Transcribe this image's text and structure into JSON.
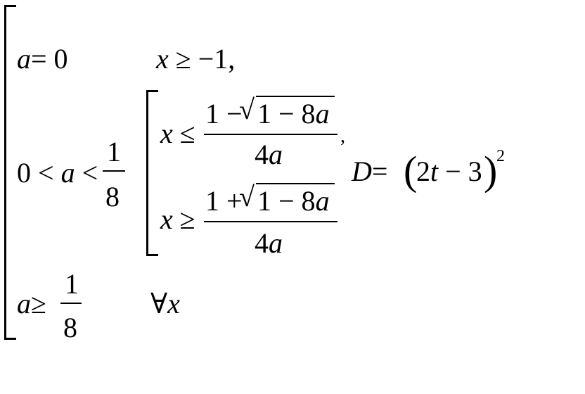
{
  "case1": {
    "condition": {
      "a": "a",
      "eq": "= 0"
    },
    "result": {
      "x": "x",
      "rel": "≥ −1,"
    }
  },
  "case2": {
    "condition": {
      "lead": "0 <",
      "a": "a",
      "lt": "<",
      "num": "1",
      "den": "8"
    },
    "line1": {
      "x": "x",
      "rel": "≤",
      "num_pre": "1 −",
      "rad": "√",
      "num_rad": "1 − 8",
      "num_a": "a",
      "den_pre": "4",
      "den_a": "a",
      "comma": ","
    },
    "line2": {
      "x": "x",
      "rel": "≥",
      "num_pre": "1 +",
      "rad": "√",
      "num_rad": "1 − 8",
      "num_a": "a",
      "den_pre": "4",
      "den_a": "a"
    },
    "discriminant": {
      "d": "D",
      "eq": "=",
      "lparen": "(",
      "two": "2",
      "t": "t",
      "minus3": "− 3",
      "rparen": ")",
      "power": "2"
    }
  },
  "case3": {
    "condition": {
      "a": "a",
      "ge": "≥",
      "num": "1",
      "den": "8"
    },
    "result": {
      "forall": "∀",
      "x": "x"
    }
  }
}
